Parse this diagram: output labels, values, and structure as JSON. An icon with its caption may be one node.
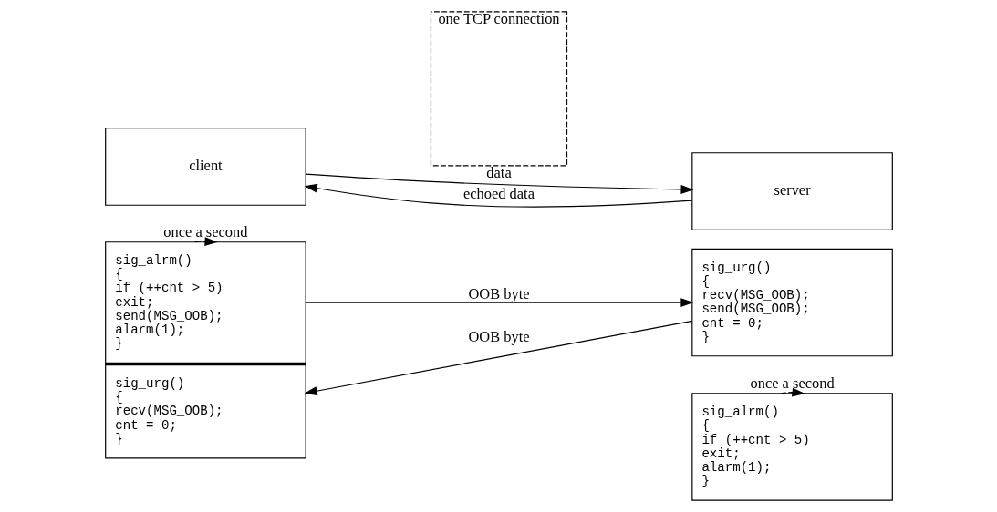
{
  "diagram": {
    "nodes": [
      {
        "text": [
          "client"
        ]
      },
      {
        "text": [
          "sig_alrm()",
          "{",
          "if (++cnt > 5)",
          "exit;",
          "send(MSG_OOB);",
          "alarm(1);",
          "}"
        ]
      },
      {
        "text": [
          "sig_urg()",
          "{",
          "recv(MSG_OOB);",
          "cnt = 0;",
          "}"
        ]
      },
      {
        "text": [
          "one TCP connection"
        ]
      },
      {
        "text": [
          "server"
        ]
      },
      {
        "text": [
          "sig_urg()",
          "{",
          "recv(MSG_OOB);",
          "send(MSG_OOB);",
          "cnt = 0;",
          "}"
        ]
      },
      {
        "text": [
          "sig_alrm()",
          "{",
          "if (++cnt > 5)",
          "exit;",
          "alarm(1);",
          "}"
        ]
      }
    ],
    "edges": [
      {
        "from": 0,
        "to": 4,
        "arrow": "to",
        "label": "data"
      },
      {
        "from": 4,
        "to": 0,
        "arrow": "to",
        "label": "echoed data"
      },
      {
        "from": 1,
        "to": 5,
        "arrow": "to",
        "label": "OOB byte"
      },
      {
        "from": 5,
        "to": 2,
        "arrow": "to",
        "label": "OOB byte"
      },
      {
        "from": 1,
        "to": 1,
        "arrow": "to",
        "label": "once a second",
        "style": "dashed"
      },
      {
        "from": 6,
        "to": 6,
        "arrow": "to",
        "label": "once a second",
        "style": "dashed"
      }
    ]
  }
}
